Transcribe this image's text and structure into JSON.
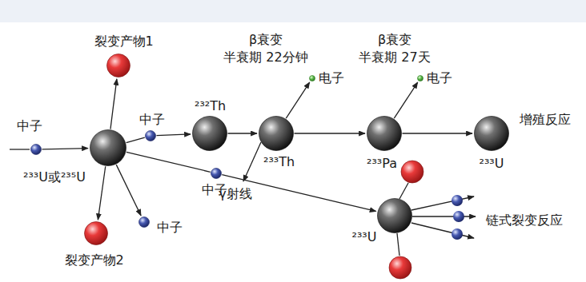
{
  "diagram": {
    "nodes": [
      {
        "text": [
          "中子"
        ]
      },
      {
        "text": [
          "²³³U或²³⁵U"
        ]
      },
      {
        "text": [
          "裂变产物1"
        ]
      },
      {
        "text": [
          "裂变产物2"
        ]
      },
      {
        "text": [
          "中子"
        ]
      },
      {
        "text": [
          "中子"
        ]
      },
      {
        "text": [
          "中子"
        ]
      },
      {
        "text": [
          "²³²Th"
        ]
      },
      {
        "text": [
          "²³³Th"
        ]
      },
      {
        "text": [
          "电子"
        ]
      },
      {
        "text": [
          "²³³Pa"
        ]
      },
      {
        "text": [
          "电子"
        ]
      },
      {
        "text": [
          "²³³U"
        ]
      },
      {
        "text": [
          "²³³U"
        ]
      }
    ],
    "edges": [
      {
        "from": 0,
        "to": 1,
        "arrow": "to"
      },
      {
        "from": 1,
        "to": 2,
        "arrow": "to"
      },
      {
        "from": 1,
        "to": 3,
        "arrow": "to"
      },
      {
        "from": 1,
        "to": 4,
        "arrow": "none"
      },
      {
        "from": 4,
        "to": 7,
        "arrow": "to"
      },
      {
        "from": 1,
        "to": 5,
        "arrow": "none"
      },
      {
        "from": 5,
        "to": 13,
        "arrow": "to"
      },
      {
        "from": 1,
        "to": 6,
        "arrow": "to"
      },
      {
        "from": 7,
        "to": 8,
        "arrow": "to"
      },
      {
        "from": 8,
        "to": 9,
        "arrow": "to"
      },
      {
        "from": 8,
        "to": 10,
        "arrow": "to"
      },
      {
        "from": 10,
        "to": 11,
        "arrow": "to"
      },
      {
        "from": 10,
        "to": 12,
        "arrow": "to"
      }
    ],
    "labels": [
      "β衰变",
      "半衰期 22分钟",
      "β衰变",
      "半衰期 27天",
      "γ射线",
      "增殖反应",
      "链式裂变反应"
    ]
  }
}
